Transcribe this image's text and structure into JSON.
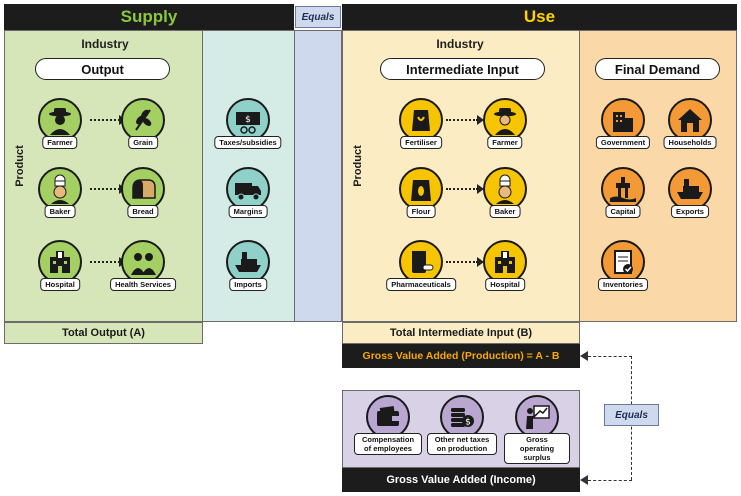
{
  "supply": {
    "title": "Supply",
    "industry_label": "Industry",
    "output_pill": "Output",
    "product_label": "Product",
    "rows": [
      {
        "input": {
          "icon": "farmer-icon",
          "label": "Farmer"
        },
        "output": {
          "icon": "grain-icon",
          "label": "Grain"
        }
      },
      {
        "input": {
          "icon": "baker-icon",
          "label": "Baker"
        },
        "output": {
          "icon": "bread-icon",
          "label": "Bread"
        }
      },
      {
        "input": {
          "icon": "hospital-icon",
          "label": "Hospital"
        },
        "output": {
          "icon": "health-services-icon",
          "label": "Health Services"
        }
      }
    ],
    "adjustments": [
      {
        "icon": "taxes-icon",
        "label": "Taxes/subsidies"
      },
      {
        "icon": "truck-icon",
        "label": "Margins"
      },
      {
        "icon": "ship-icon",
        "label": "Imports"
      }
    ],
    "total": "Total Output (A)"
  },
  "equals_label": "Equals",
  "use": {
    "title": "Use",
    "industry_label": "Industry",
    "intermediate_pill": "Intermediate Input",
    "final_demand_pill": "Final Demand",
    "product_label": "Product",
    "rows": [
      {
        "input": {
          "icon": "fertiliser-icon",
          "label": "Fertiliser"
        },
        "output": {
          "icon": "farmer-icon",
          "label": "Farmer"
        }
      },
      {
        "input": {
          "icon": "flour-icon",
          "label": "Flour"
        },
        "output": {
          "icon": "baker-icon",
          "label": "Baker"
        }
      },
      {
        "input": {
          "icon": "pharmaceuticals-icon",
          "label": "Pharmaceuticals"
        },
        "output": {
          "icon": "hospital-icon",
          "label": "Hospital"
        }
      }
    ],
    "final_demand": [
      {
        "icon": "government-icon",
        "label": "Government"
      },
      {
        "icon": "households-icon",
        "label": "Households"
      },
      {
        "icon": "capital-icon",
        "label": "Capital"
      },
      {
        "icon": "exports-icon",
        "label": "Exports"
      },
      {
        "icon": "inventories-icon",
        "label": "Inventories"
      }
    ],
    "total": "Total Intermediate Input (B)",
    "gva_production": "Gross Value Added (Production) = A - B"
  },
  "income": {
    "items": [
      {
        "icon": "wallet-icon",
        "label": "Compensation of employees"
      },
      {
        "icon": "coins-icon",
        "label": "Other net taxes on production"
      },
      {
        "icon": "presenter-icon",
        "label": "Gross operating surplus"
      }
    ],
    "total": "Gross Value Added (Income)"
  },
  "side_equals_label": "Equals",
  "colors": {
    "supply_green": "#d7e6b8",
    "supply_teal": "#d5ebe6",
    "use_cream": "#fbecc4",
    "use_orange": "#fbd8a8",
    "income_purple": "#d9d2e6",
    "equals_blue": "#cfd9ee",
    "green_text": "#8cc63f",
    "yellow_text": "#ffd200",
    "gva_text": "#f6a800",
    "icon_green": "#a4cf63",
    "icon_yellow": "#f7c400",
    "icon_orange": "#f39a36",
    "icon_teal": "#8fd0c8",
    "icon_purple": "#b9a7d2"
  }
}
